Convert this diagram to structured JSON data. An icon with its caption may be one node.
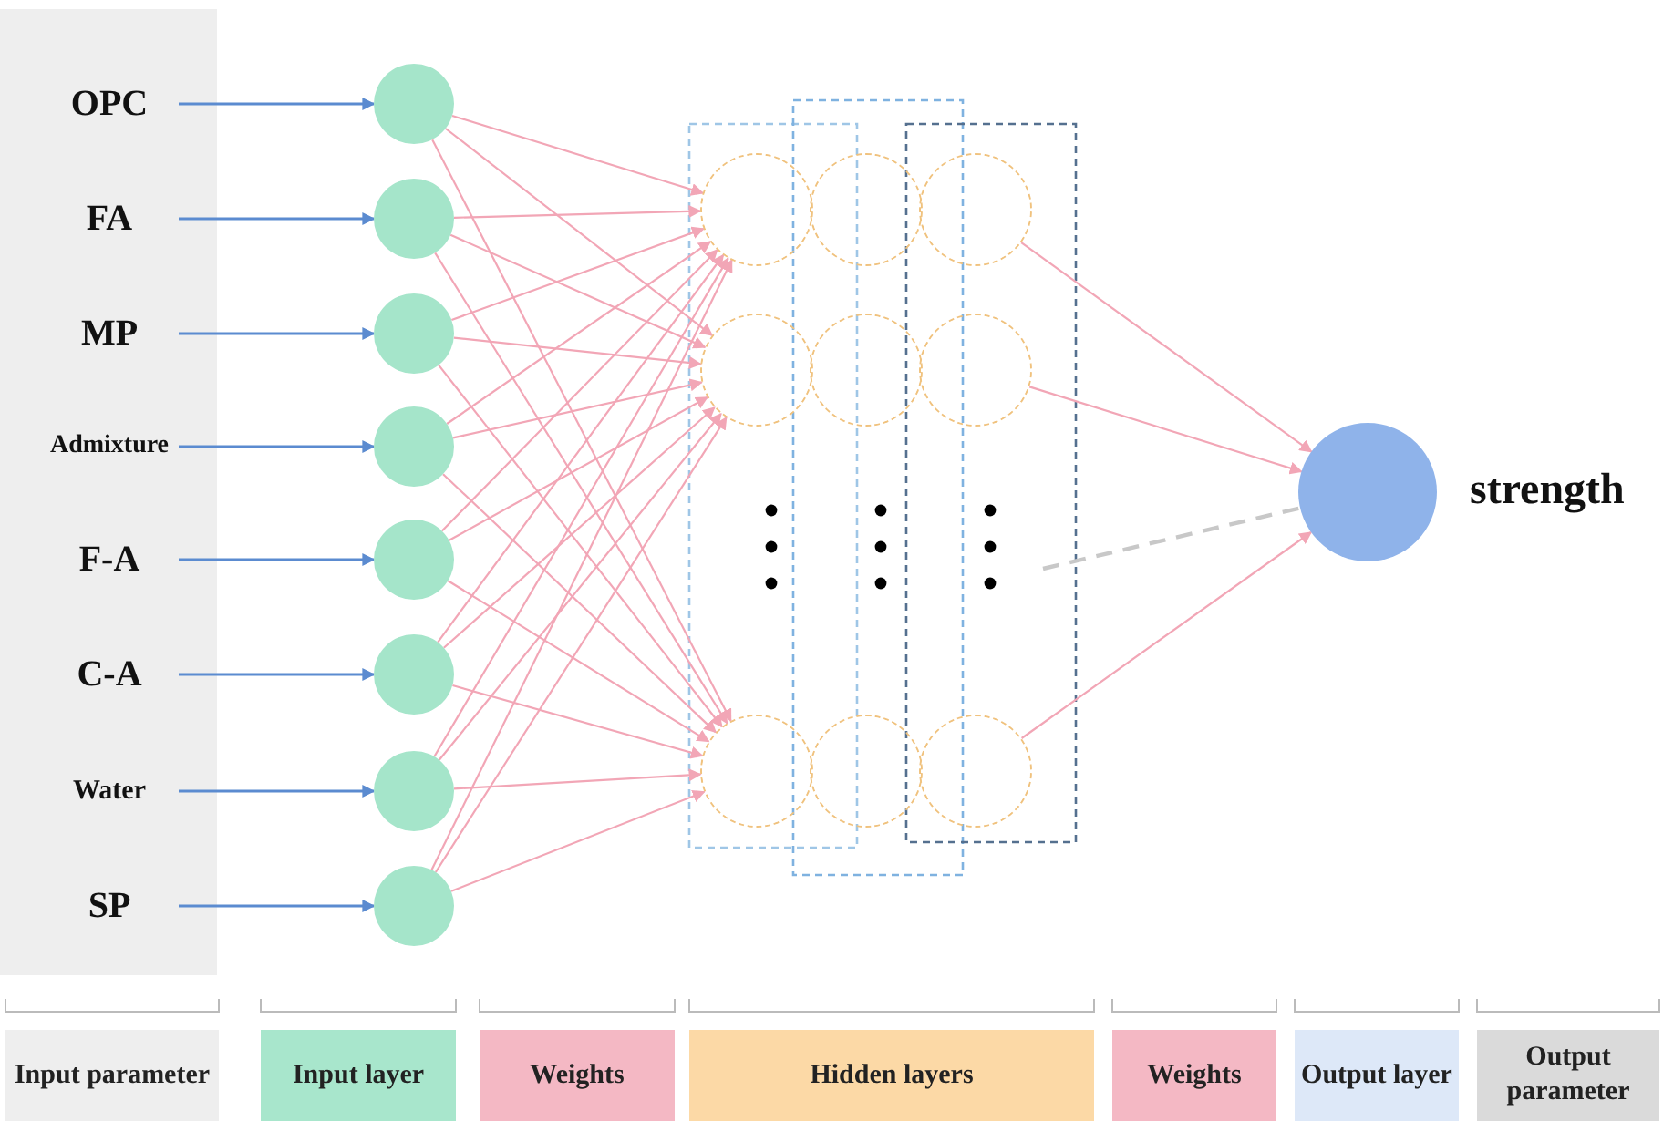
{
  "diagram": {
    "nodes": [
      {
        "text": [
          "OPC"
        ]
      },
      {
        "text": [
          "FA"
        ]
      },
      {
        "text": [
          "MP"
        ]
      },
      {
        "text": [
          "Admixture"
        ]
      },
      {
        "text": [
          "F-A"
        ]
      },
      {
        "text": [
          "C-A"
        ]
      },
      {
        "text": [
          "Water"
        ]
      },
      {
        "text": [
          "SP"
        ]
      },
      {
        "text": [],
        "shape": "circle"
      },
      {
        "text": [],
        "shape": "circle"
      },
      {
        "text": [],
        "shape": "circle"
      },
      {
        "text": [],
        "shape": "circle"
      },
      {
        "text": [],
        "shape": "circle"
      },
      {
        "text": [],
        "shape": "circle"
      },
      {
        "text": [],
        "shape": "circle"
      },
      {
        "text": [],
        "shape": "circle"
      },
      {
        "text": [],
        "shape": "circle"
      },
      {
        "text": [],
        "shape": "circle"
      },
      {
        "text": [],
        "shape": "circle"
      },
      {
        "text": [],
        "shape": "circle"
      },
      {
        "text": [],
        "shape": "circle"
      },
      {
        "text": [],
        "shape": "circle"
      },
      {
        "text": [],
        "shape": "circle"
      },
      {
        "text": [],
        "shape": "circle"
      },
      {
        "text": [],
        "shape": "circle"
      },
      {
        "text": [],
        "shape": "circle",
        "beside": [
          "strength"
        ]
      }
    ],
    "edges": [
      {
        "from": 0,
        "to": 8,
        "arrow": "to",
        "color": "#5b8bd0"
      },
      {
        "from": 1,
        "to": 9,
        "arrow": "to",
        "color": "#5b8bd0"
      },
      {
        "from": 2,
        "to": 10,
        "arrow": "to",
        "color": "#5b8bd0"
      },
      {
        "from": 3,
        "to": 11,
        "arrow": "to",
        "color": "#5b8bd0"
      },
      {
        "from": 4,
        "to": 12,
        "arrow": "to",
        "color": "#5b8bd0"
      },
      {
        "from": 5,
        "to": 13,
        "arrow": "to",
        "color": "#5b8bd0"
      },
      {
        "from": 6,
        "to": 14,
        "arrow": "to",
        "color": "#5b8bd0"
      },
      {
        "from": 7,
        "to": 15,
        "arrow": "to",
        "color": "#5b8bd0"
      },
      {
        "from": 8,
        "to": 16,
        "arrow": "to"
      },
      {
        "from": 8,
        "to": 17,
        "arrow": "to"
      },
      {
        "from": 8,
        "to": 18,
        "arrow": "to"
      },
      {
        "from": 9,
        "to": 16,
        "arrow": "to"
      },
      {
        "from": 9,
        "to": 17,
        "arrow": "to"
      },
      {
        "from": 9,
        "to": 18,
        "arrow": "to"
      },
      {
        "from": 10,
        "to": 16,
        "arrow": "to"
      },
      {
        "from": 10,
        "to": 17,
        "arrow": "to"
      },
      {
        "from": 10,
        "to": 18,
        "arrow": "to"
      },
      {
        "from": 11,
        "to": 16,
        "arrow": "to"
      },
      {
        "from": 11,
        "to": 17,
        "arrow": "to"
      },
      {
        "from": 11,
        "to": 18,
        "arrow": "to"
      },
      {
        "from": 12,
        "to": 16,
        "arrow": "to"
      },
      {
        "from": 12,
        "to": 17,
        "arrow": "to"
      },
      {
        "from": 12,
        "to": 18,
        "arrow": "to"
      },
      {
        "from": 13,
        "to": 16,
        "arrow": "to"
      },
      {
        "from": 13,
        "to": 17,
        "arrow": "to"
      },
      {
        "from": 13,
        "to": 18,
        "arrow": "to"
      },
      {
        "from": 14,
        "to": 16,
        "arrow": "to"
      },
      {
        "from": 14,
        "to": 17,
        "arrow": "to"
      },
      {
        "from": 14,
        "to": 18,
        "arrow": "to"
      },
      {
        "from": 15,
        "to": 16,
        "arrow": "to"
      },
      {
        "from": 15,
        "to": 17,
        "arrow": "to"
      },
      {
        "from": 15,
        "to": 18,
        "arrow": "to"
      },
      {
        "from": 22,
        "to": 25,
        "arrow": "to"
      },
      {
        "from": 23,
        "to": 25,
        "arrow": "to"
      },
      {
        "from": 24,
        "to": 25,
        "arrow": "to"
      },
      {
        "from": null,
        "to": 25,
        "arrow": "none",
        "style": "dashed",
        "color": "#c8c8c8"
      }
    ],
    "legend": [
      {
        "text": "Input parameter",
        "color": "#eeeeee"
      },
      {
        "text": "Input layer",
        "color": "#a8e6cc"
      },
      {
        "text": "Weights",
        "color": "#f4b8c4"
      },
      {
        "text": "Hidden layers",
        "color": "#fcd9a6"
      },
      {
        "text": "Weights",
        "color": "#f4b8c4"
      },
      {
        "text": "Output layer",
        "color": "#dde8f8"
      },
      {
        "text": "Output parameter",
        "color": "#dadada"
      }
    ]
  }
}
